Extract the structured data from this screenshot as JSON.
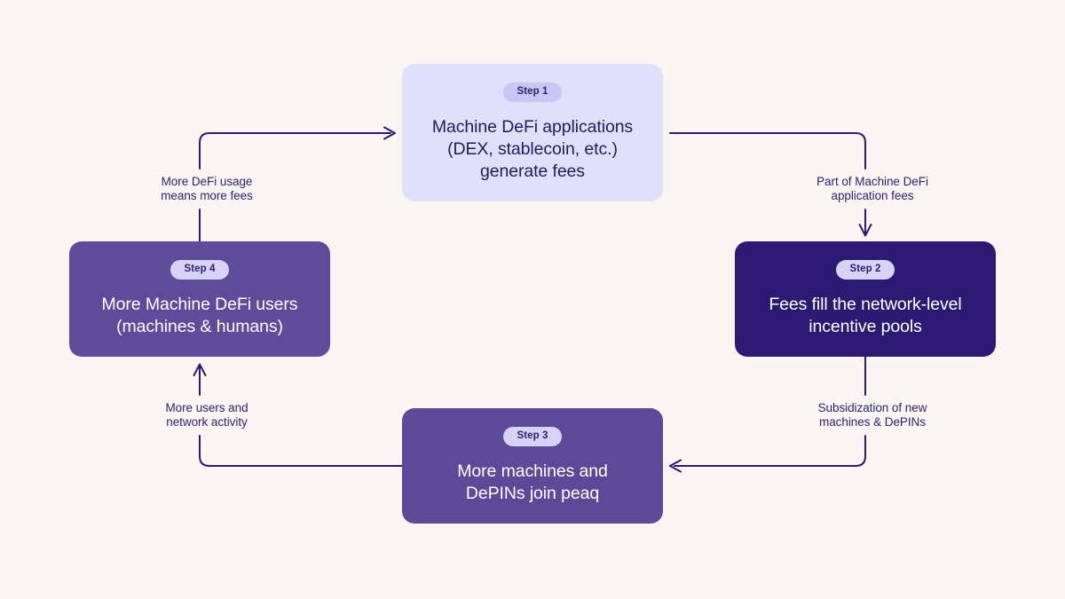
{
  "canvas": {
    "background": "#f7f6f3",
    "connector_color": "#2e1a6b"
  },
  "steps": [
    {
      "id": "step-1",
      "badge": "Step 1",
      "title": "Machine DeFi applications\n(DEX, stablecoin, etc.)\ngenerate fees",
      "fill": "#e1e0fa",
      "text_color": "#231a5c",
      "badge_fill": "#c9c6f4"
    },
    {
      "id": "step-2",
      "badge": "Step 2",
      "title": "Fees fill the network-level\nincentive pools",
      "fill": "#2b1a72",
      "text_color": "#ffffff",
      "badge_fill": "#d6d3f7"
    },
    {
      "id": "step-3",
      "badge": "Step 3",
      "title": "More machines and\nDePINs join peaq",
      "fill": "#5a4a97",
      "text_color": "#ffffff",
      "badge_fill": "#d6d3f7"
    },
    {
      "id": "step-4",
      "badge": "Step 4",
      "title": "More Machine DeFi users\n(machines & humans)",
      "fill": "#5c4c9a",
      "text_color": "#ffffff",
      "badge_fill": "#d6d3f7"
    }
  ],
  "edges": [
    {
      "id": "edge-4-to-1",
      "label": "More DeFi usage\nmeans more fees",
      "from": "step-4",
      "to": "step-1",
      "direction": "right"
    },
    {
      "id": "edge-1-to-2",
      "label": "Part of Machine DeFi\napplication fees",
      "from": "step-1",
      "to": "step-2",
      "direction": "down"
    },
    {
      "id": "edge-2-to-3",
      "label": "Subsidization of new\nmachines & DePINs",
      "from": "step-2",
      "to": "step-3",
      "direction": "left"
    },
    {
      "id": "edge-3-to-4",
      "label": "More users and\nnetwork activity",
      "from": "step-3",
      "to": "step-4",
      "direction": "up"
    }
  ]
}
